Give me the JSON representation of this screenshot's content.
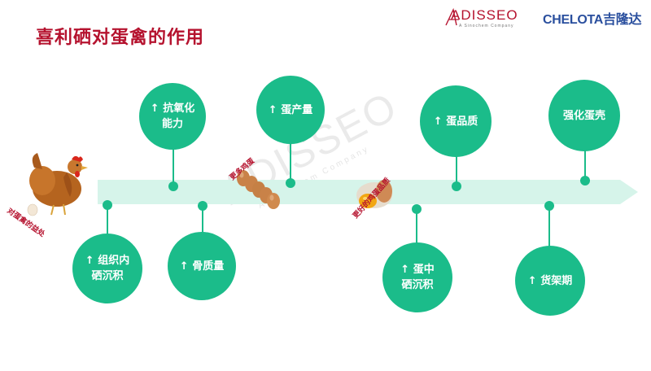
{
  "title": "喜利硒对蛋禽的作用",
  "logos": {
    "adisseo": "ADISSEO",
    "adisseo_sub": "A Sinochem Company",
    "chelota": "CHELOTA吉隆达"
  },
  "watermark": {
    "text": "ADISSEO",
    "sub": "A Sinochem Company"
  },
  "hen_label": "对蛋禽的益处",
  "eggs_label": "更多鸡蛋",
  "quality_label": "更好的鸡蛋品质",
  "benefits_top": [
    {
      "text": "↑ 抗氧化能力"
    },
    {
      "text": "↑ 蛋产量"
    },
    {
      "text": "↑ 蛋品质"
    },
    {
      "text": "强化蛋壳"
    }
  ],
  "benefits_bottom": [
    {
      "text": "↑ 组织内硒沉积"
    },
    {
      "text": "↑ 骨质量"
    },
    {
      "text": "↑ 蛋中硒沉积"
    },
    {
      "text": "↑ 货架期"
    }
  ],
  "colors": {
    "accent": "#1bbc8a",
    "title": "#b5122e",
    "timeline": "#d6f4ea",
    "chelota": "#2a4f9e"
  }
}
